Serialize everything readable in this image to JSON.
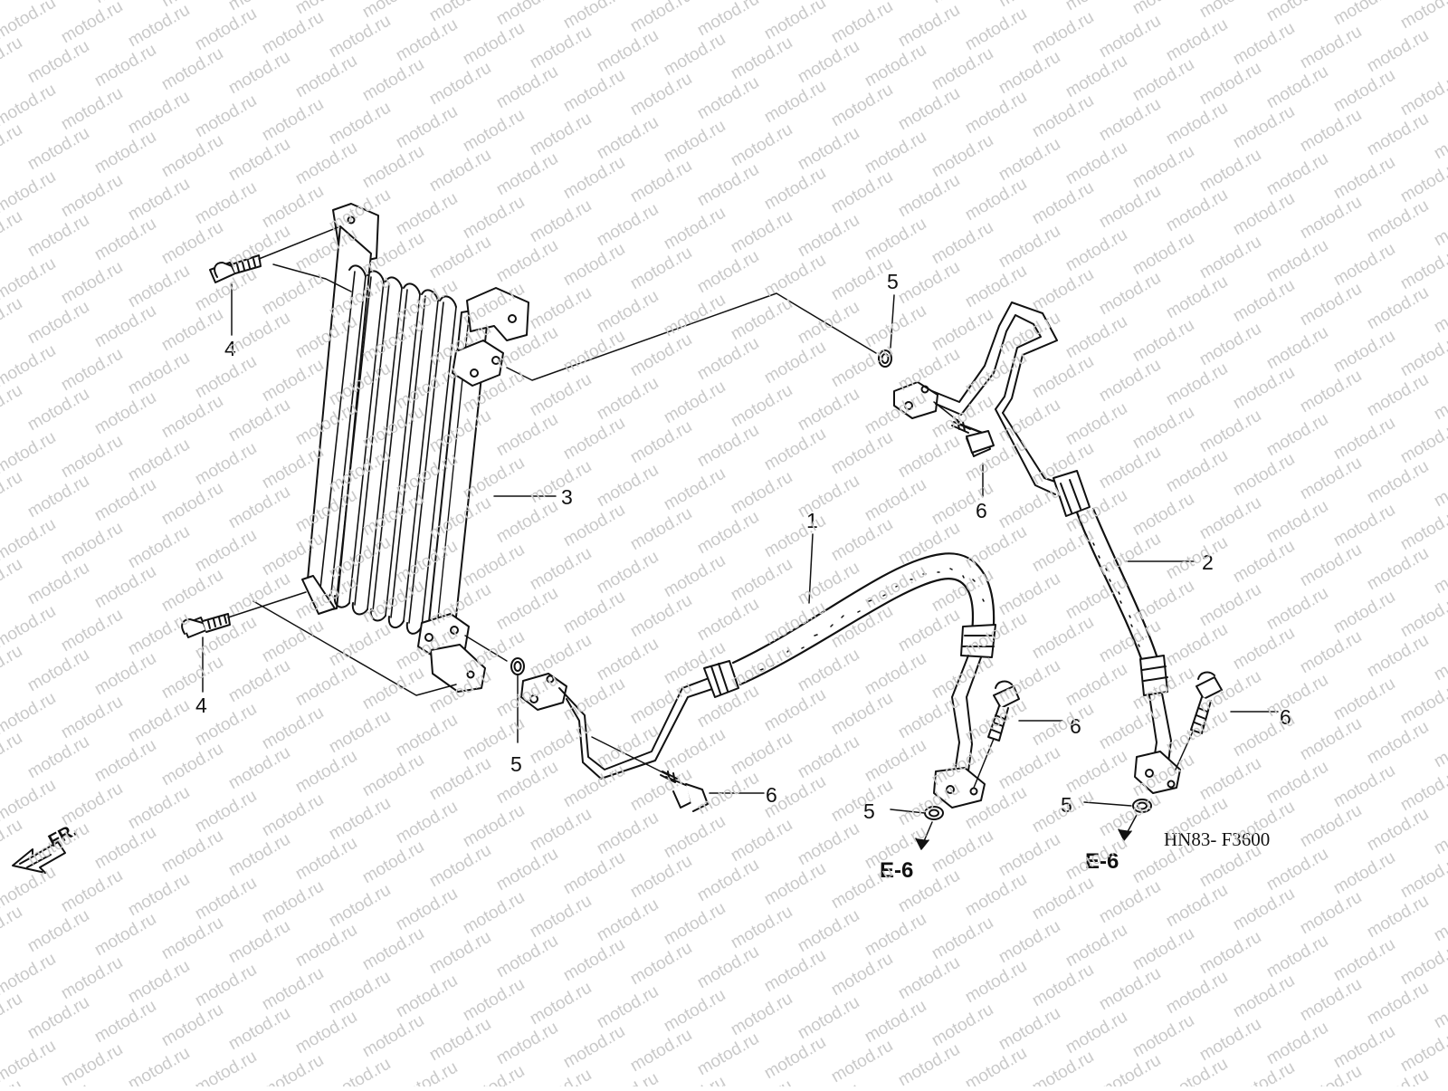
{
  "watermark": {
    "text": "motod.ru"
  },
  "diagram": {
    "code": "HN83- F3600",
    "front_indicator": "FR.",
    "refs": [
      "E-6",
      "E-6"
    ],
    "callouts": [
      "1",
      "2",
      "3",
      "4",
      "4",
      "5",
      "5",
      "5",
      "5",
      "6",
      "6",
      "6",
      "6"
    ]
  }
}
